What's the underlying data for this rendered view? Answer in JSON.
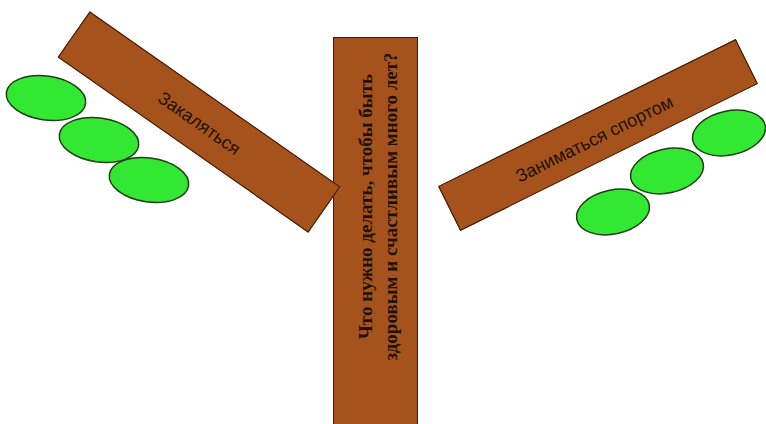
{
  "diagram": {
    "nodes": [
      {
        "text": [
          "Что нужно делать, чтобы быть здоровым и счастливым много лет?"
        ]
      },
      {
        "text": [
          "Закаляться"
        ]
      },
      {
        "text": [
          "Заниматься спортом"
        ]
      }
    ]
  }
}
